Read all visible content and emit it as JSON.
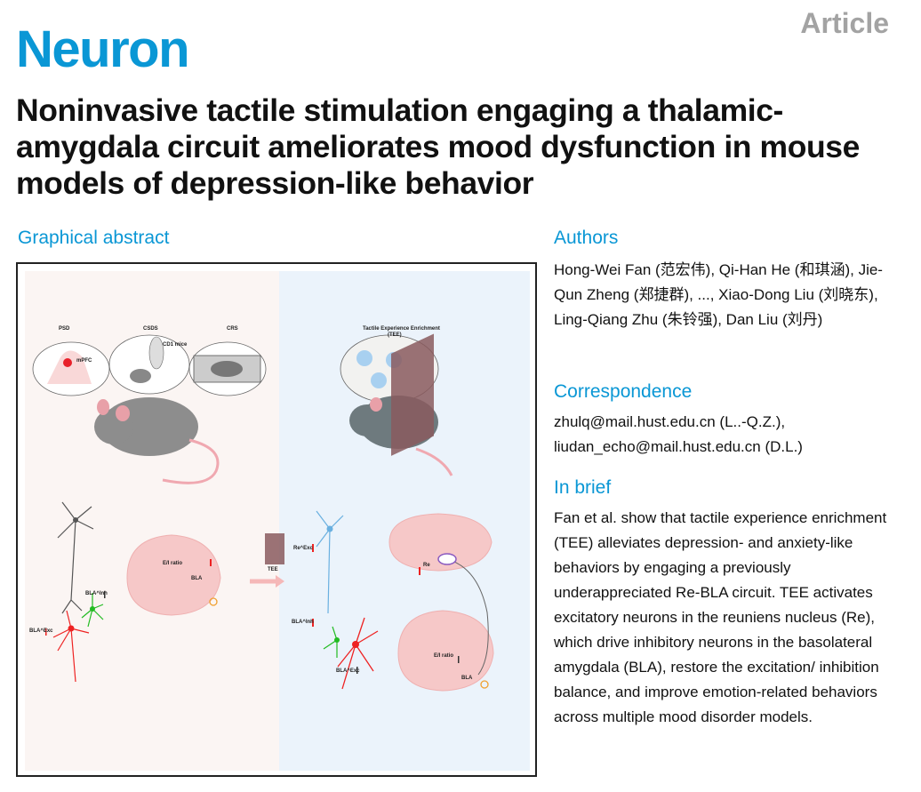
{
  "journal": "Neuron",
  "article_type": "Article",
  "title": "Noninvasive tactile stimulation engaging a thalamic-amygdala circuit ameliorates mood dysfunction in mouse models of depression-like behavior",
  "graphical_abstract": {
    "heading": "Graphical abstract",
    "labels": {
      "psd": "PSD",
      "csds": "CSDS",
      "crs": "CRS",
      "mpfc": "mPFC",
      "cd1": "CD1 mice",
      "tee_title": "Tactile Experience Enrichment",
      "tee_abbr": "(TEE)",
      "tee": "TEE",
      "ei_ratio": "E/I ratio",
      "bla": "BLA",
      "bla_inh": "BLA^Inh",
      "bla_exc": "BLA^Exc",
      "re_exc": "Re^Exc",
      "re": "Re"
    }
  },
  "authors": {
    "heading": "Authors",
    "text": "Hong-Wei Fan (范宏伟), Qi-Han He (和琪涵), Jie-Qun Zheng (郑捷群), ..., Xiao-Dong Liu (刘晓东), Ling-Qiang Zhu (朱铃强), Dan Liu (刘丹)"
  },
  "correspondence": {
    "heading": "Correspondence",
    "lines": [
      "zhulq@mail.hust.edu.cn (L..-Q.Z.),",
      "liudan_echo@mail.hust.edu.cn (D.L.)"
    ]
  },
  "in_brief": {
    "heading": "In brief",
    "text": "Fan et al. show that tactile experience enrichment (TEE) alleviates depression- and anxiety-like behaviors by engaging a previously underappreciated Re-BLA circuit. TEE activates excitatory neurons in the reuniens nucleus (Re), which drive inhibitory neurons in the basolateral amygdala (BLA), restore the excitation/ inhibition balance, and improve emotion-related behaviors across multiple mood disorder models."
  },
  "colors": {
    "brand": "#0a97d5",
    "article": "#a3a3a3"
  }
}
